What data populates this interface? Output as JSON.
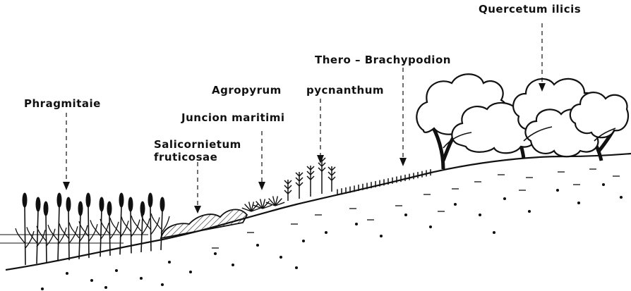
{
  "labels": {
    "quercetum": "Quercetum  ilicis",
    "thero": "Thero – Brachypodion",
    "agropyrum_1": "Agropyrum",
    "agropyrum_2": "pycnanthum",
    "phragmitaie": "Phragmitaie",
    "juncion": "Juncion maritimi",
    "salicornietum_1": "Salicornietum",
    "salicornietum_2": "fruticosae"
  },
  "colors": {
    "ink": "#111111",
    "background": "#ffffff"
  }
}
